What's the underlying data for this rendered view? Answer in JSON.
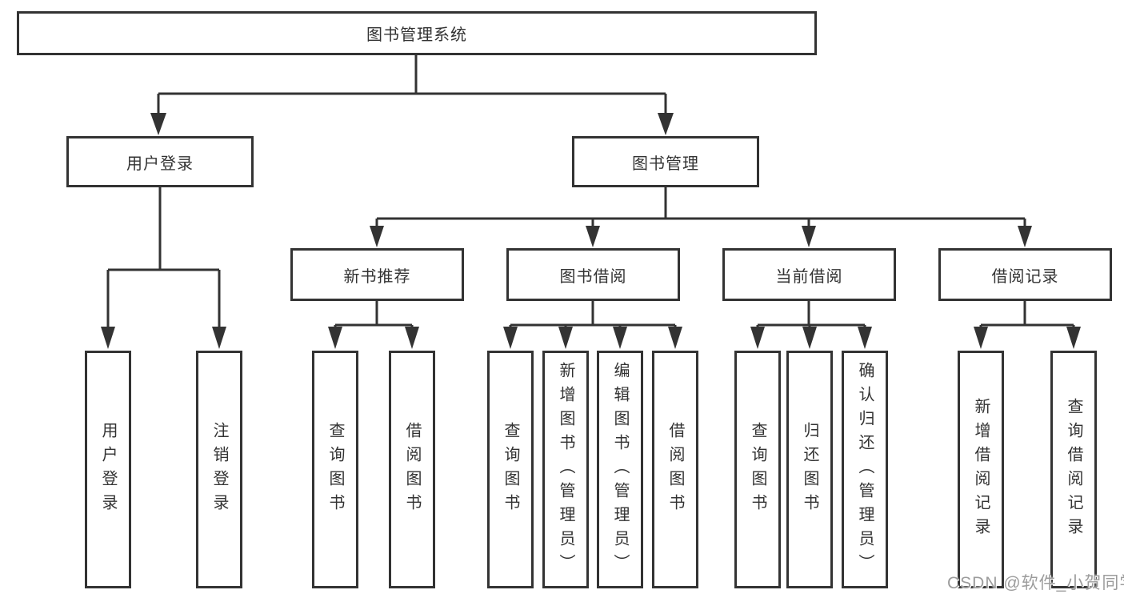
{
  "diagram": {
    "root": {
      "label": "图书管理系统"
    },
    "branches": [
      {
        "label": "用户登录",
        "leaves": [
          {
            "label": "用户登录"
          },
          {
            "label": "注销登录"
          }
        ]
      },
      {
        "label": "图书管理",
        "sections": [
          {
            "label": "新书推荐",
            "leaves": [
              {
                "label": "查询图书"
              },
              {
                "label": "借阅图书"
              }
            ]
          },
          {
            "label": "图书借阅",
            "leaves": [
              {
                "label": "查询图书"
              },
              {
                "label": "新增图书（管理员）"
              },
              {
                "label": "编辑图书（管理员）"
              },
              {
                "label": "借阅图书"
              }
            ]
          },
          {
            "label": "当前借阅",
            "leaves": [
              {
                "label": "查询图书"
              },
              {
                "label": "归还图书"
              },
              {
                "label": "确认归还（管理员）"
              }
            ]
          },
          {
            "label": "借阅记录",
            "leaves": [
              {
                "label": "新增借阅记录"
              },
              {
                "label": "查询借阅记录"
              }
            ]
          }
        ]
      }
    ]
  },
  "watermark": {
    "text": "CSDN @软件_小贺同学"
  },
  "colors": {
    "line": "#333333",
    "text": "#333333",
    "background": "#ffffff",
    "watermark": "#9c9c9c"
  }
}
